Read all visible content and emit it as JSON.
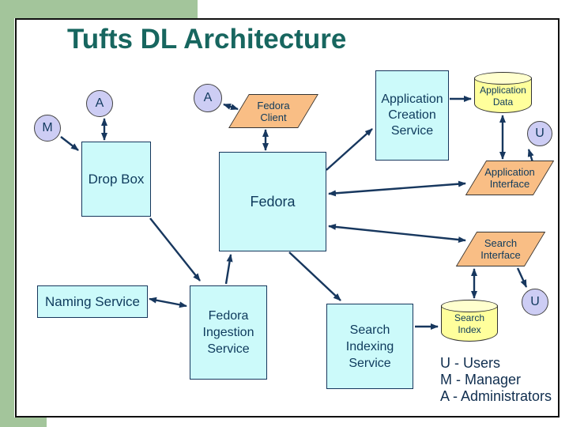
{
  "title": "Tufts DL Architecture",
  "nodes": {
    "drop_box": "Drop Box",
    "fedora": "Fedora",
    "application_creation_service": "Application\nCreation\nService",
    "naming_service": "Naming Service",
    "fedora_ingestion_service": "Fedora\nIngestion\nService",
    "search_indexing_service": "Search\nIndexing\nService",
    "fedora_client": "Fedora\nClient",
    "application_interface": "Application\nInterface",
    "search_interface": "Search\nInterface",
    "application_data": "Application\nData",
    "search_index": "Search\nIndex"
  },
  "actors": {
    "admin_top_left": "A",
    "manager": "M",
    "admin_client": "A",
    "user_application": "U",
    "user_search": "U"
  },
  "legend": {
    "items": [
      "U - Users",
      "M - Manager",
      "A - Administrators"
    ]
  },
  "colors": {
    "accent_green": "#A3C59B",
    "box_cyan": "#CCFAFA",
    "shape_tan": "#F9BE85",
    "cylinder_yellow": "#FFFF9C",
    "cylinder_yellow_top": "#FFFFCE",
    "actor_lavender": "#CDCDF4",
    "line_navy": "#17375E",
    "title_teal": "#17665F"
  }
}
